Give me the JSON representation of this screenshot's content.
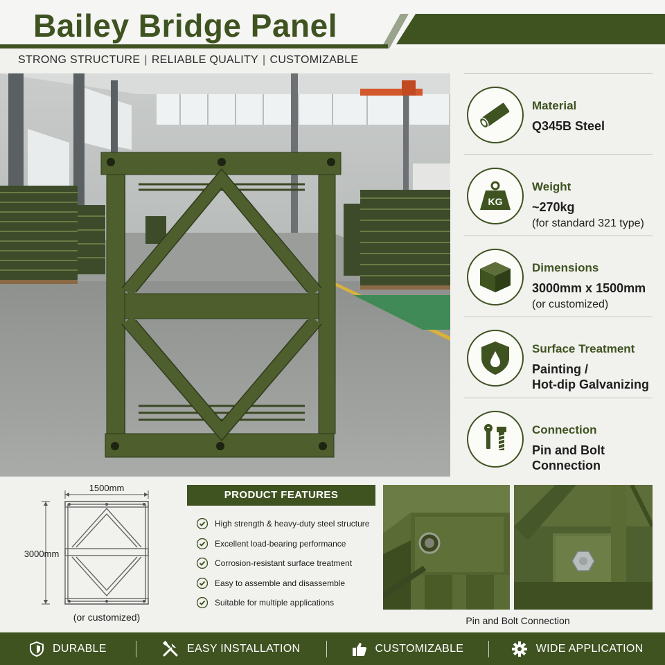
{
  "header": {
    "title": "Bailey Bridge Panel",
    "taglines": [
      "STRONG STRUCTURE",
      "RELIABLE QUALITY",
      "CUSTOMIZABLE"
    ],
    "tagline_separator": "|"
  },
  "colors": {
    "brand_green": "#3f5321",
    "panel_green": "#4e5e2c",
    "background": "#f1f1ee"
  },
  "specs": [
    {
      "icon": "steel-pipe-icon",
      "label": "Material",
      "value_lines": [
        "Q345B Steel"
      ],
      "note": ""
    },
    {
      "icon": "weight-kg-icon",
      "label": "Weight",
      "value_lines": [
        "~270kg"
      ],
      "note": "(for standard 321 type)",
      "icon_text": "KG"
    },
    {
      "icon": "cube-icon",
      "label": "Dimensions",
      "value_lines": [
        "3000mm x 1500mm"
      ],
      "note": "(or customized)"
    },
    {
      "icon": "shield-drop-icon",
      "label": "Surface Treatment",
      "value_lines": [
        "Painting /",
        "Hot-dip Galvanizing"
      ],
      "note": ""
    },
    {
      "icon": "pin-bolt-icon",
      "label": "Connection",
      "value_lines": [
        "Pin and Bolt",
        "Connection"
      ],
      "note": ""
    }
  ],
  "diagram": {
    "width_label": "1500mm",
    "height_label": "3000mm",
    "note": "(or customized)"
  },
  "features": {
    "title": "PRODUCT FEATURES",
    "items": [
      "High strength & heavy-duty steel structure",
      "Excellent load-bearing performance",
      "Corrosion-resistant surface treatment",
      "Easy to assemble and disassemble",
      "Suitable for multiple applications"
    ]
  },
  "photo_caption": "Pin and Bolt Connection",
  "footer": [
    {
      "icon": "shield-icon",
      "label": "DURABLE"
    },
    {
      "icon": "tools-icon",
      "label": "EASY INSTALLATION"
    },
    {
      "icon": "thumbs-up-icon",
      "label": "CUSTOMIZABLE"
    },
    {
      "icon": "gear-icon",
      "label": "WIDE APPLICATION"
    }
  ]
}
